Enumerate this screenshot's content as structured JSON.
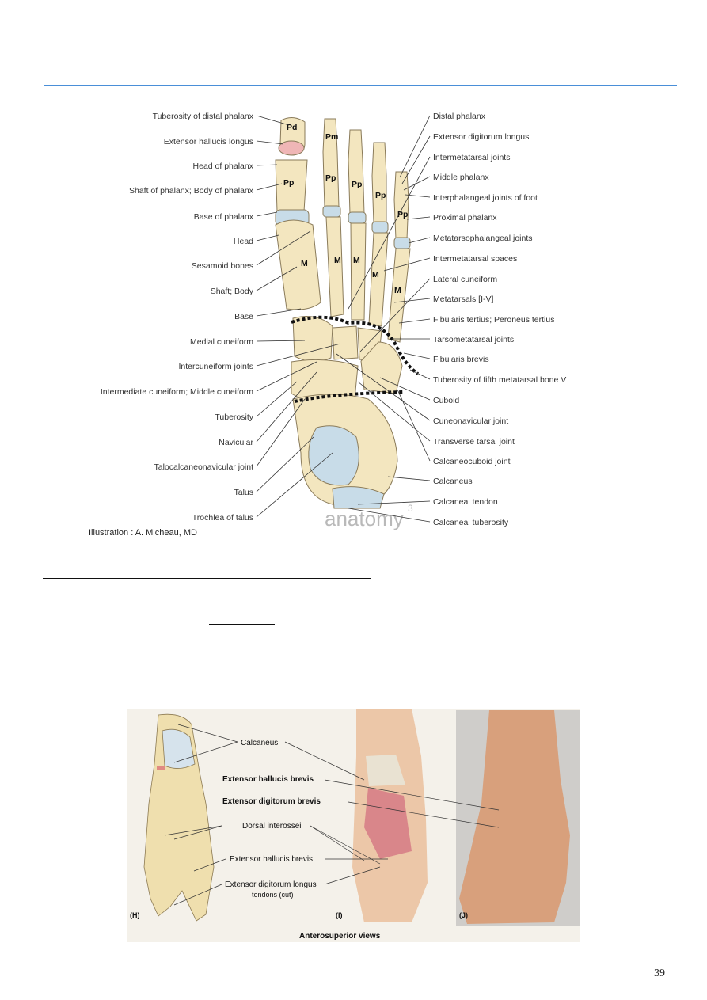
{
  "figure_top": {
    "labels_left": [
      "Tuberosity of distal phalanx",
      "Extensor hallucis longus",
      "Head of phalanx",
      "Shaft of phalanx; Body of phalanx",
      "Base of phalanx",
      "Head",
      "Sesamoid bones",
      "Shaft; Body",
      "Base",
      "Medial cuneiform",
      "Intercuneiform joints",
      "Intermediate cuneiform; Middle cuneiform",
      "Tuberosity",
      "Navicular",
      "Talocalcaneonavicular joint",
      "Talus",
      "Trochlea of talus"
    ],
    "labels_right": [
      "Distal phalanx",
      "Extensor digitorum longus",
      "Intermetatarsal joints",
      "Middle phalanx",
      "Interphalangeal joints of foot",
      "Proximal phalanx",
      "Metatarsophalangeal joints",
      "Intermetatarsal spaces",
      "Lateral cuneiform",
      "Metatarsals [I-V]",
      "Fibularis tertius; Peroneus tertius",
      "Tarsometatarsal joints",
      "Fibularis brevis",
      "Tuberosity of fifth metatarsal bone V",
      "Cuboid",
      "Cuneonavicular joint",
      "Transverse tarsal joint",
      "Calcaneocuboid joint",
      "Calcaneus",
      "Calcaneal tendon",
      "Calcaneal tuberosity"
    ],
    "bone_letters": {
      "pd": "Pd",
      "pm": "Pm",
      "pp": "Pp",
      "m": "M"
    },
    "watermark": "anatomy",
    "watermark_num": "3",
    "credit": "Illustration : A. Micheau, MD"
  },
  "figure_bottom": {
    "labels": {
      "calcaneus": "Calcaneus",
      "ehb_bold": "Extensor hallucis brevis",
      "edb_bold": "Extensor digitorum brevis",
      "dorsal_interossei": "Dorsal interossei",
      "ehb": "Extensor hallucis brevis",
      "edl": "Extensor digitorum longus",
      "edl_sub": "tendons (cut)"
    },
    "panel_h": "(H)",
    "panel_i": "(I)",
    "panel_j": "(J)",
    "caption": "Anterosuperior views"
  },
  "page_number": "39",
  "colors": {
    "rule_blue": "#4a8fd8",
    "bone": "#f3e6bf",
    "cartilage": "#c8dce8",
    "muscle": "#d9868a"
  }
}
